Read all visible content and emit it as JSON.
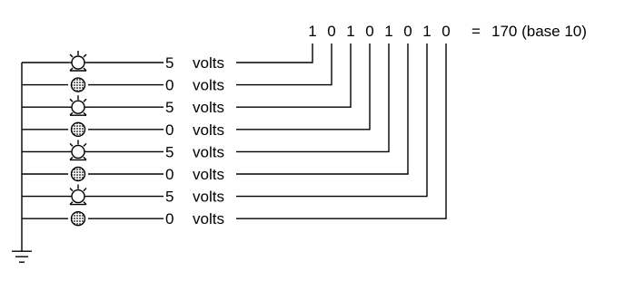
{
  "bits": [
    "1",
    "0",
    "1",
    "0",
    "1",
    "0",
    "1",
    "0"
  ],
  "equals_sign": "=",
  "decimal_result": "170 (base 10)",
  "rows": [
    {
      "state": "on",
      "voltage": "5",
      "unit": "volts"
    },
    {
      "state": "off",
      "voltage": "0",
      "unit": "volts"
    },
    {
      "state": "on",
      "voltage": "5",
      "unit": "volts"
    },
    {
      "state": "off",
      "voltage": "0",
      "unit": "volts"
    },
    {
      "state": "on",
      "voltage": "5",
      "unit": "volts"
    },
    {
      "state": "off",
      "voltage": "0",
      "unit": "volts"
    },
    {
      "state": "on",
      "voltage": "5",
      "unit": "volts"
    },
    {
      "state": "off",
      "voltage": "0",
      "unit": "volts"
    }
  ],
  "colors": {
    "line": "#000000",
    "off_fill": "#8a8a8a"
  },
  "icons": {
    "on": "lit-bulb-icon",
    "off": "dark-bulb-icon",
    "ground": "ground-symbol-icon"
  }
}
